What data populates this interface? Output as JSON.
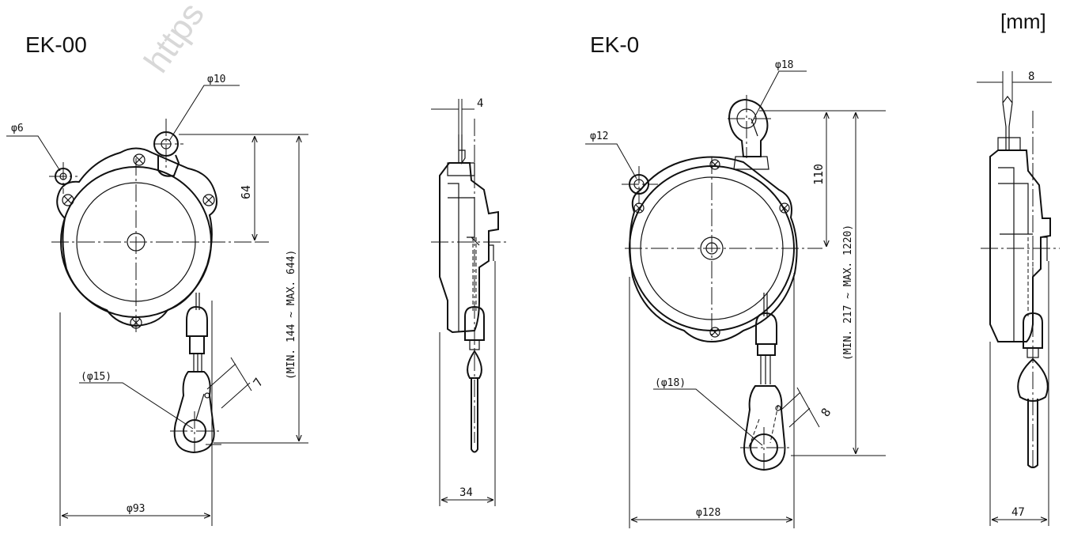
{
  "unit": "[mm]",
  "watermark": "https",
  "ek00": {
    "title": "EK-00",
    "dims": {
      "hook_dia": "φ10",
      "mount_hole": "φ6",
      "height_top": "64",
      "range": "(MIN. 144 ~ MAX. 644)",
      "hook_ring": "(φ15)",
      "hook_thickness": "7",
      "body_dia": "φ93",
      "side_top": "4",
      "side_width": "34"
    }
  },
  "ek0": {
    "title": "EK-0",
    "dims": {
      "hook_dia": "φ18",
      "mount_hole": "φ12",
      "height_top": "110",
      "range": "(MIN. 217 ~ MAX. 1220)",
      "hook_ring": "(φ18)",
      "hook_thickness": "8",
      "body_dia": "φ128",
      "side_top": "8",
      "side_width": "47"
    }
  }
}
